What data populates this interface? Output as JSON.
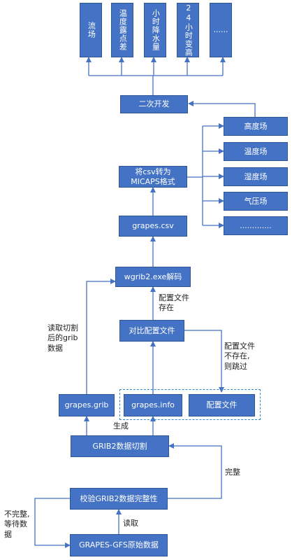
{
  "colors": {
    "box_fill": "#4472c4",
    "box_border": "#2f5597",
    "line": "#4472c4",
    "dashed_group": "#2f87c8"
  },
  "top_outputs": [
    {
      "label": "流场"
    },
    {
      "label": "温度露点差"
    },
    {
      "label": "小时降水量"
    },
    {
      "label": "24小时变高"
    },
    {
      "label": "......"
    }
  ],
  "nodes": {
    "secondary_dev": "二次开发",
    "csv_to_micaps_line1": "将csv转为",
    "csv_to_micaps_line2": "MICAPS格式",
    "grapes_csv": "grapes.csv",
    "wgrib2_decode": "wgrib2.exe解码",
    "compare_config": "对比配置文件",
    "grapes_grib": "grapes.grib",
    "grapes_info": "grapes.info",
    "config_file": "配置文件",
    "grib2_cut": "GRIB2数据切割",
    "verify_integrity": "校验GRIB2数据完整性",
    "raw_data": "GRAPES-GFS原始数据"
  },
  "fields": [
    {
      "label": "高度场"
    },
    {
      "label": "温度场"
    },
    {
      "label": "湿度场"
    },
    {
      "label": "气压场"
    },
    {
      "label": "............."
    }
  ],
  "labels": {
    "config_exists_1": "配置文件",
    "config_exists_2": "存在",
    "config_missing_1": "配置文件",
    "config_missing_2": "不存在,",
    "config_missing_3": "则跳过",
    "read_cut_1": "读取切割",
    "read_cut_2": "后的grib",
    "read_cut_3": "数据",
    "generate": "生成",
    "complete": "完整",
    "incomplete_1": "不完整,",
    "incomplete_2": "等待数",
    "incomplete_3": "据",
    "read": "读取"
  }
}
